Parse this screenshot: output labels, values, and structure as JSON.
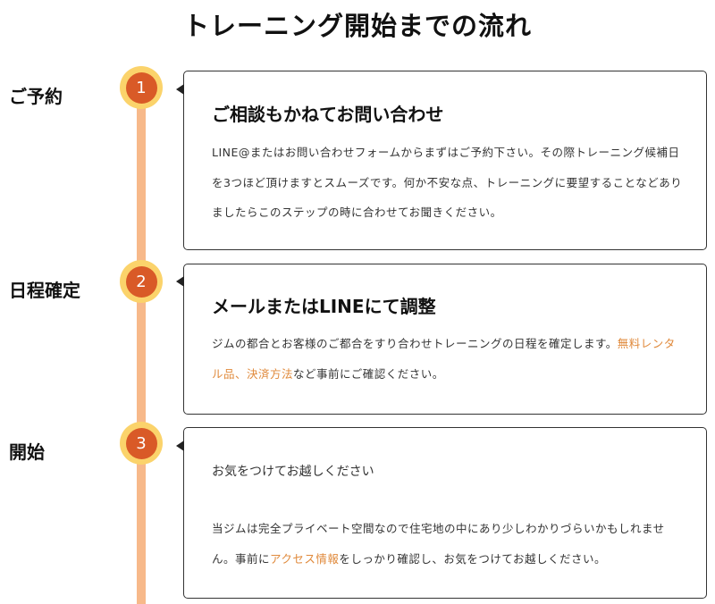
{
  "page_title": "トレーニング開始までの流れ",
  "steps": [
    {
      "label": "ご予約",
      "number": "1",
      "title": "ご相談もかねてお問い合わせ",
      "body": "LINE@またはお問い合わせフォームからまずはご予約下さい。その際トレーニング候補日を3つほど頂けますとスムーズです。何か不安な点、トレーニングに要望することなどありましたらこのステップの時に合わせてお聞きください。"
    },
    {
      "label": "日程確定",
      "number": "2",
      "title": "メールまたはLINEにて調整",
      "body_before": "ジムの都合とお客様のご都合をすり合わせトレーニングの日程を確定します。",
      "link1": "無料レンタル品",
      "separator": "、",
      "link2": "決済方法",
      "body_after": "など事前にご確認ください。"
    },
    {
      "label": "開始",
      "number": "3",
      "subtitle": "お気をつけてお越しください",
      "body_line1": "当ジムは完全プライベート空間なので住宅地の中にあり少しわかりづらいかもしれません。事前に",
      "link": "アクセス情報",
      "body_line2": "をしっかり確認し、お気をつけてお越しください。"
    }
  ],
  "colors": {
    "timeline": "#f7b98a",
    "circle_outer": "#fbd36b",
    "circle_inner": "#d95a27",
    "link": "#e08a3c"
  }
}
